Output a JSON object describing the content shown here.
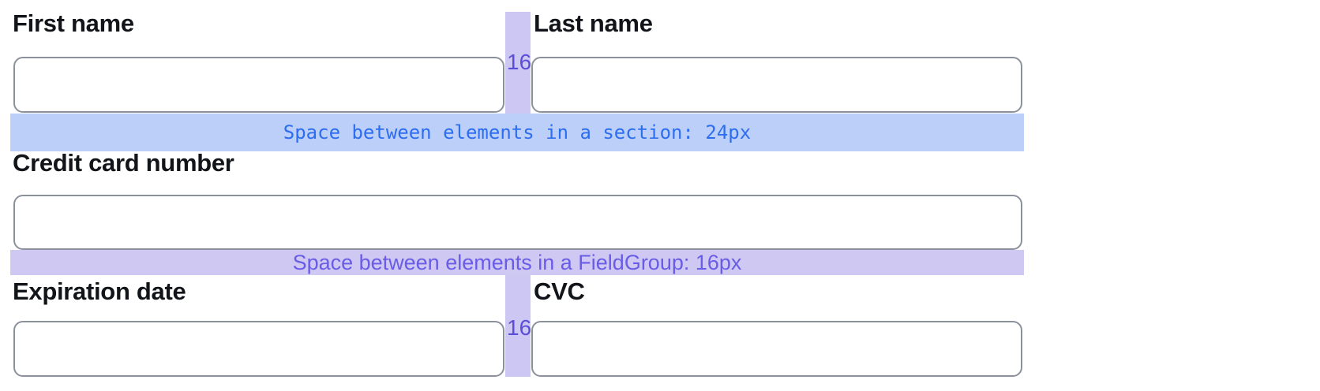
{
  "form": {
    "fields": [
      {
        "id": "first-name",
        "label": "First name",
        "value": ""
      },
      {
        "id": "last-name",
        "label": "Last name",
        "value": ""
      },
      {
        "id": "credit-card-number",
        "label": "Credit card number",
        "value": ""
      },
      {
        "id": "expiration-date",
        "label": "Expiration date",
        "value": ""
      },
      {
        "id": "cvc",
        "label": "CVC",
        "value": ""
      }
    ]
  },
  "annotations": {
    "section_gap_band": {
      "label": "Space between elements in a section: 24px",
      "bg_color": "#bccff8",
      "text_color": "#2d6df0"
    },
    "fieldgroup_gap_band": {
      "label": "Space between elements in a FieldGroup: 16px",
      "bg_color": "#cec8f3",
      "text_color": "#695ce6"
    },
    "column_gap_top": {
      "label": "16",
      "bg_color": "#cdc7f3",
      "text_color": "#5a4ed8"
    },
    "column_gap_bottom": {
      "label": "16",
      "bg_color": "#cdc7f3",
      "text_color": "#5a4ed8"
    }
  }
}
